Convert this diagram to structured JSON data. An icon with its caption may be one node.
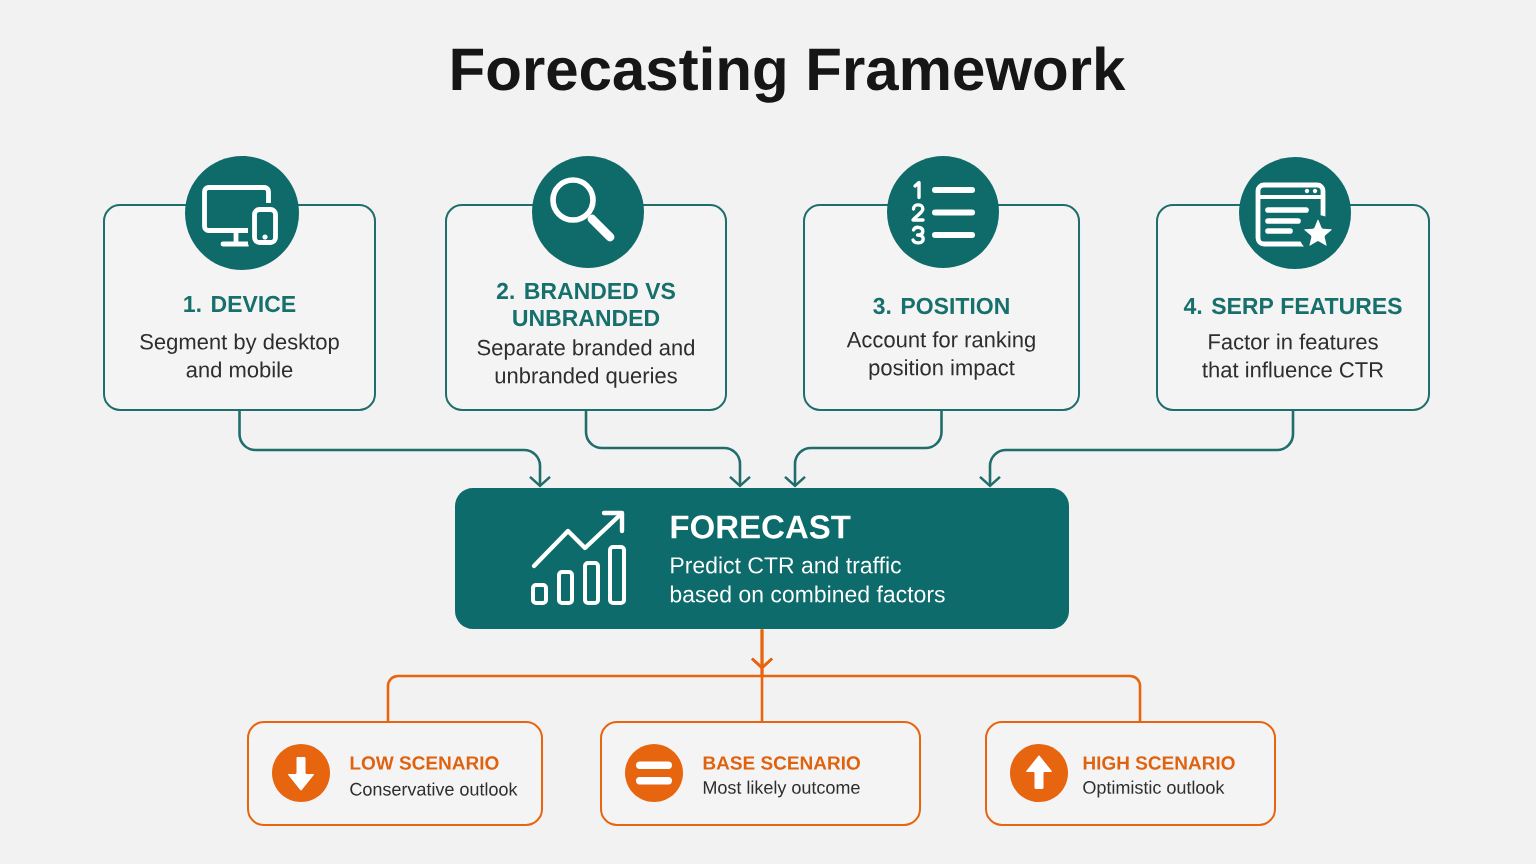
{
  "diagram": {
    "title": "Forecasting Framework",
    "nodes": [
      {
        "text": [
          "1. DEVICE",
          "Segment by desktop and mobile"
        ]
      },
      {
        "text": [
          "2. BRANDED VS UNBRANDED",
          "Separate branded and unbranded queries"
        ]
      },
      {
        "text": [
          "3. POSITION",
          "Account for ranking position impact"
        ]
      },
      {
        "text": [
          "4. SERP FEATURES",
          "Factor in features that influence CTR"
        ]
      },
      {
        "text": [
          "FORECAST",
          "Predict CTR and traffic based on combined factors"
        ]
      },
      {
        "text": [
          "LOW SCENARIO",
          "Conservative outlook"
        ]
      },
      {
        "text": [
          "BASE SCENARIO",
          "Most likely outcome"
        ]
      },
      {
        "text": [
          "HIGH SCENARIO",
          "Optimistic outlook"
        ]
      }
    ],
    "edges": [
      {
        "from": 0,
        "to": 4,
        "arrow": "to"
      },
      {
        "from": 1,
        "to": 4,
        "arrow": "to"
      },
      {
        "from": 2,
        "to": 4,
        "arrow": "to"
      },
      {
        "from": 3,
        "to": 4,
        "arrow": "to"
      },
      {
        "from": 4,
        "to": 5,
        "arrow": "to",
        "color": "#e8650f"
      },
      {
        "from": 4,
        "to": 6,
        "arrow": "to",
        "color": "#e8650f"
      },
      {
        "from": 4,
        "to": 7,
        "arrow": "to",
        "color": "#e8650f"
      }
    ]
  }
}
